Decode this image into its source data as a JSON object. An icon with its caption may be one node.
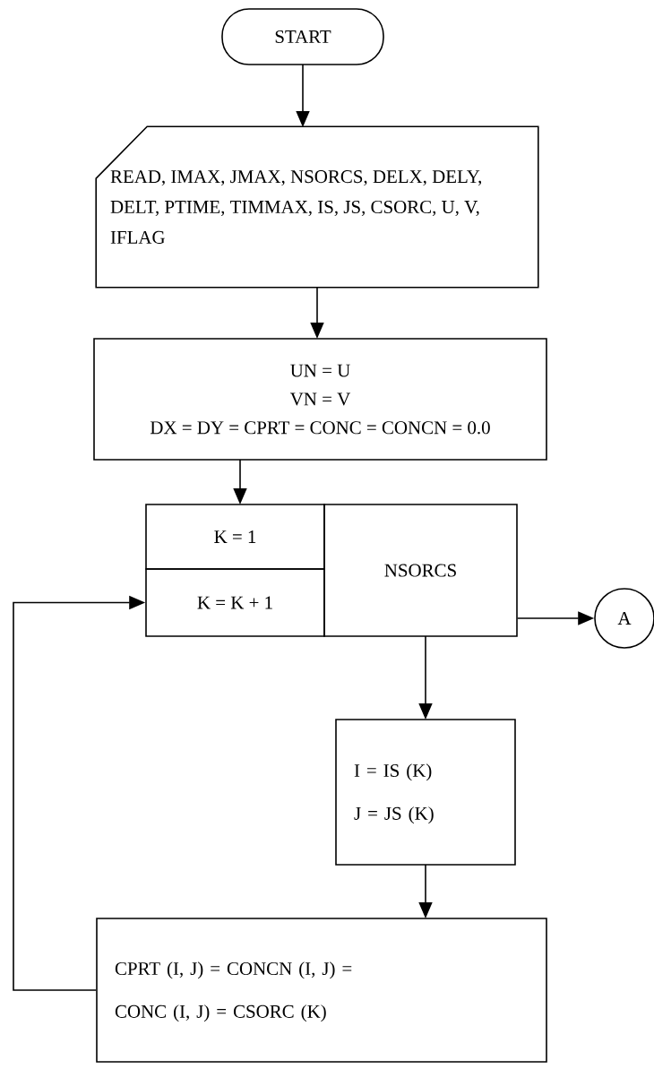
{
  "diagram": {
    "nodes": [
      {
        "text": [
          "START"
        ]
      },
      {
        "text": [
          "READ, IMAX, JMAX, NSORCS, DELX, DELY, DELT, PTIME, TIMMAX, IS, JS, CSORC, U, V, IFLAG"
        ]
      },
      {
        "text": [
          "UN = U",
          "VN = V",
          "DX = DY = CPRT = CONC = CONCN = 0.0"
        ]
      },
      {
        "text": [
          "K = 1"
        ]
      },
      {
        "text": [
          "K = K + 1"
        ]
      },
      {
        "text": [
          "NSORCS"
        ]
      },
      {
        "text": [
          "A"
        ]
      },
      {
        "text": [
          "I = IS (K)",
          "J = JS (K)"
        ]
      },
      {
        "text": [
          "CPRT (I, J) = CONCN (I, J) =",
          "CONC (I, J) = CSORC (K)"
        ]
      }
    ],
    "edges": [
      {
        "from": 0,
        "to": 1,
        "arrow": "to"
      },
      {
        "from": 1,
        "to": 2,
        "arrow": "to"
      },
      {
        "from": 2,
        "to": 3,
        "arrow": "to"
      },
      {
        "from": 5,
        "to": 6,
        "arrow": "to"
      },
      {
        "from": 5,
        "to": 7,
        "arrow": "to"
      },
      {
        "from": 7,
        "to": 8,
        "arrow": "to"
      },
      {
        "from": 8,
        "to": 4,
        "arrow": "to"
      }
    ]
  }
}
